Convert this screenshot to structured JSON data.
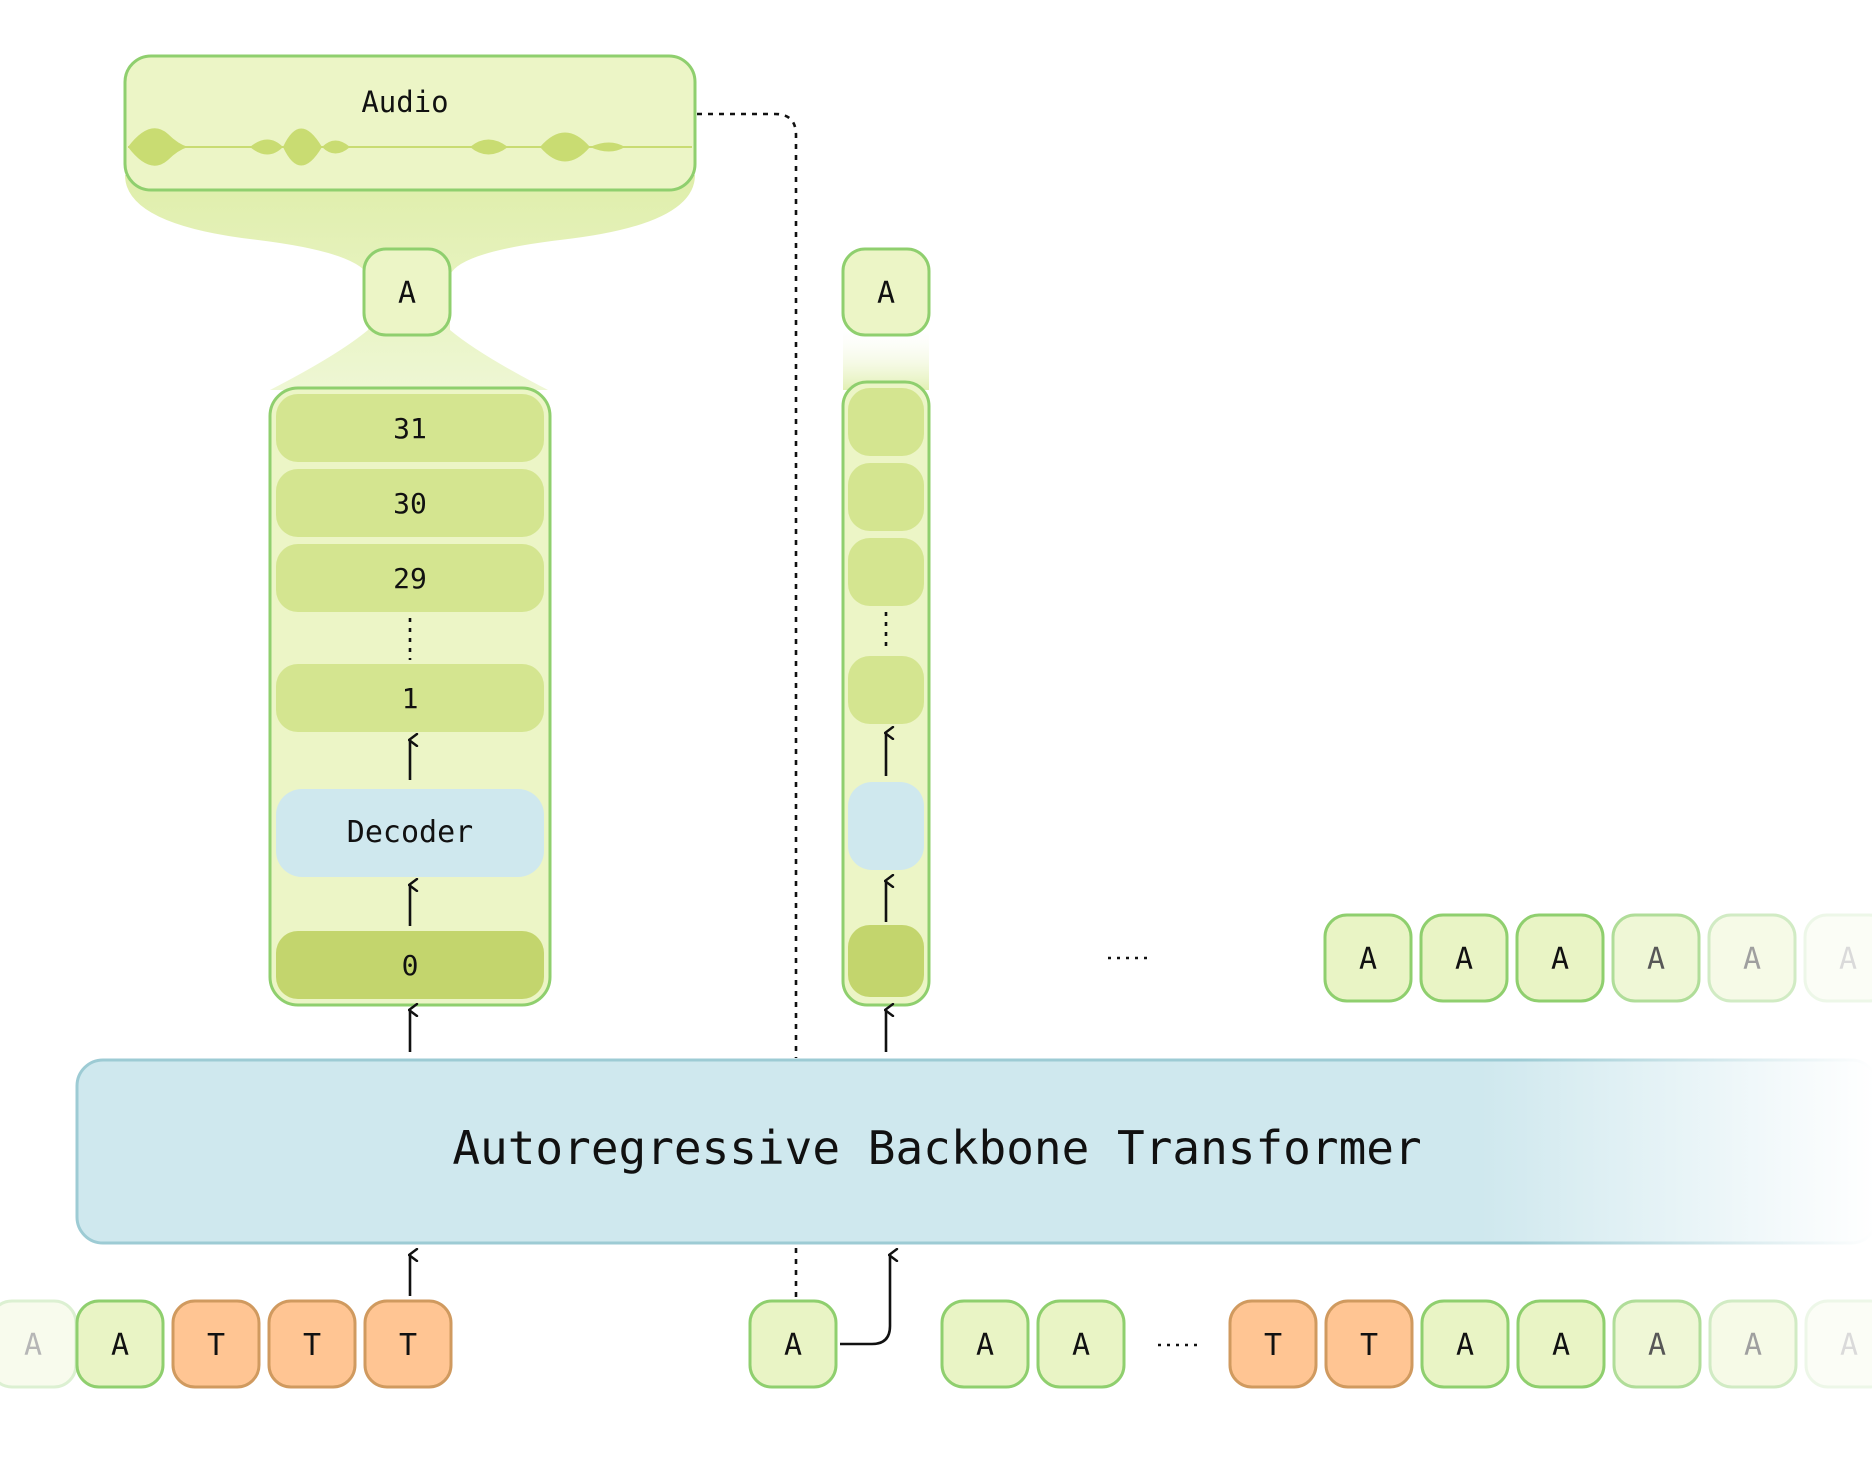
{
  "audio": {
    "label": "Audio"
  },
  "depth_decoder": {
    "output_token": "A",
    "codebooks": [
      "31",
      "30",
      "29",
      "1"
    ],
    "decoder_label": "Decoder",
    "input_codebook": "0"
  },
  "backbone": {
    "label": "Autoregressive Backbone Transformer"
  },
  "frame_token": "A",
  "colors": {
    "green_light": "#e9f4c5",
    "green_mid": "#d4e590",
    "green_dark": "#c3d56d",
    "green_border": "#8fcf6e",
    "blue": "#cfe8ee",
    "blue_border": "#9dcbd4",
    "orange": "#ffc593",
    "orange_border": "#d09a5f"
  },
  "output_tokens_right": [
    "A",
    "A",
    "A",
    "A",
    "A",
    "A"
  ],
  "input_tokens_left": [
    "A",
    "A",
    "T",
    "T",
    "T"
  ],
  "input_token_next": "A",
  "input_tokens_right_group1": [
    "A",
    "A"
  ],
  "input_tokens_right_group2": [
    "T",
    "T",
    "A",
    "A",
    "A",
    "A",
    "A"
  ]
}
